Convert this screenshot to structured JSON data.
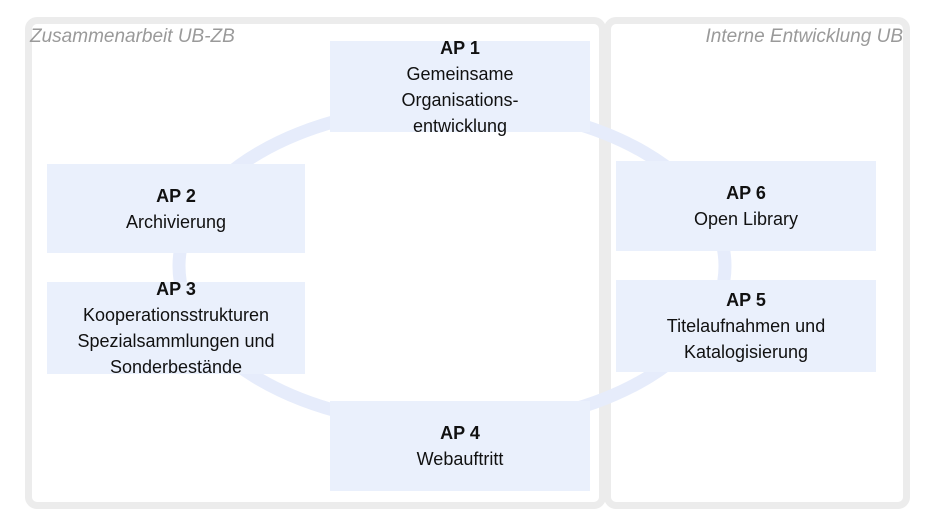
{
  "panels": {
    "left_label": "Zusammenarbeit UB-ZB",
    "right_label": "Interne Entwicklung UB"
  },
  "colors": {
    "panel_border": "#ececec",
    "box_fill": "#eaf0fc",
    "ring": "#e6ecfb",
    "label_text": "#9a9a9a"
  },
  "boxes": {
    "ap1": {
      "title": "AP 1",
      "lines": [
        "Gemeinsame",
        "Organisations-",
        "entwicklung"
      ]
    },
    "ap2": {
      "title": "AP 2",
      "lines": [
        "Archivierung"
      ]
    },
    "ap3": {
      "title": "AP 3",
      "lines": [
        "Kooperationsstrukturen",
        "Spezialsammlungen und",
        "Sonderbestände"
      ]
    },
    "ap4": {
      "title": "AP 4",
      "lines": [
        "Webauftritt"
      ]
    },
    "ap5": {
      "title": "AP 5",
      "lines": [
        "Titelaufnahmen und",
        "Katalogisierung"
      ]
    },
    "ap6": {
      "title": "AP 6",
      "lines": [
        "Open Library"
      ]
    }
  }
}
